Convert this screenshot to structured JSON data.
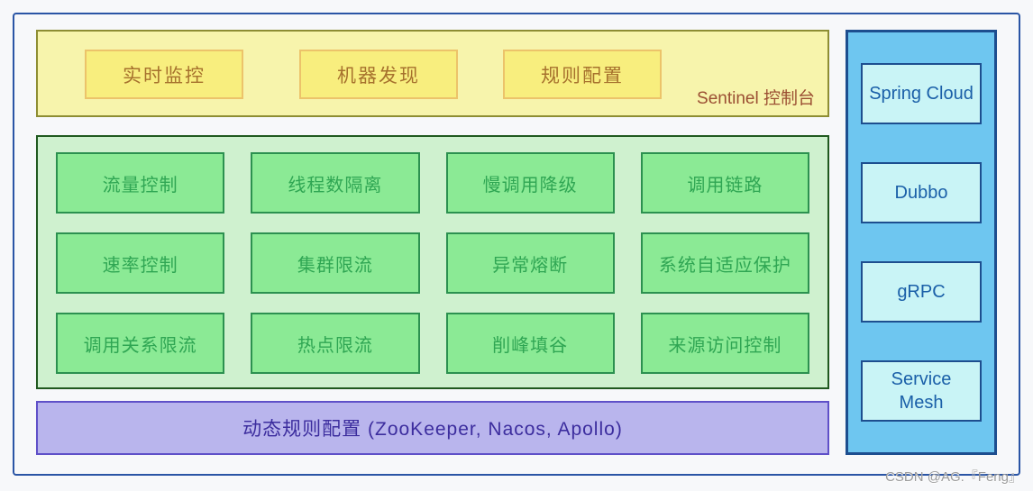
{
  "console": {
    "label": "Sentinel 控制台",
    "items": [
      "实时监控",
      "机器发现",
      "规则配置"
    ]
  },
  "features": {
    "rows": [
      [
        "流量控制",
        "线程数隔离",
        "慢调用降级",
        "调用链路"
      ],
      [
        "速率控制",
        "集群限流",
        "异常熔断",
        "系统自适应保护"
      ],
      [
        "调用关系限流",
        "热点限流",
        "削峰填谷",
        "来源访问控制"
      ]
    ]
  },
  "dynamic_config": {
    "label": "动态规则配置 (ZooKeeper, Nacos, Apollo)"
  },
  "adapters": {
    "items": [
      "Spring Cloud",
      "Dubbo",
      "gRPC",
      "Service Mesh"
    ]
  },
  "watermark": "CSDN @AG.『Feng』",
  "colors": {
    "frame_border": "#2a55a5",
    "console_bg": "#f7f4ac",
    "console_box_bg": "#f8ee7e",
    "console_text": "#a6712d",
    "console_label_text": "#9b4f33",
    "features_bg": "#cff1cf",
    "feature_box_bg": "#8bea95",
    "feature_text": "#2fa653",
    "dynamic_bg": "#b9b5ed",
    "dynamic_text": "#3c2d9e",
    "adapters_bg": "#6ec6f0",
    "adapter_box_bg": "#c9f4f6",
    "adapter_text": "#1a5fa8"
  }
}
